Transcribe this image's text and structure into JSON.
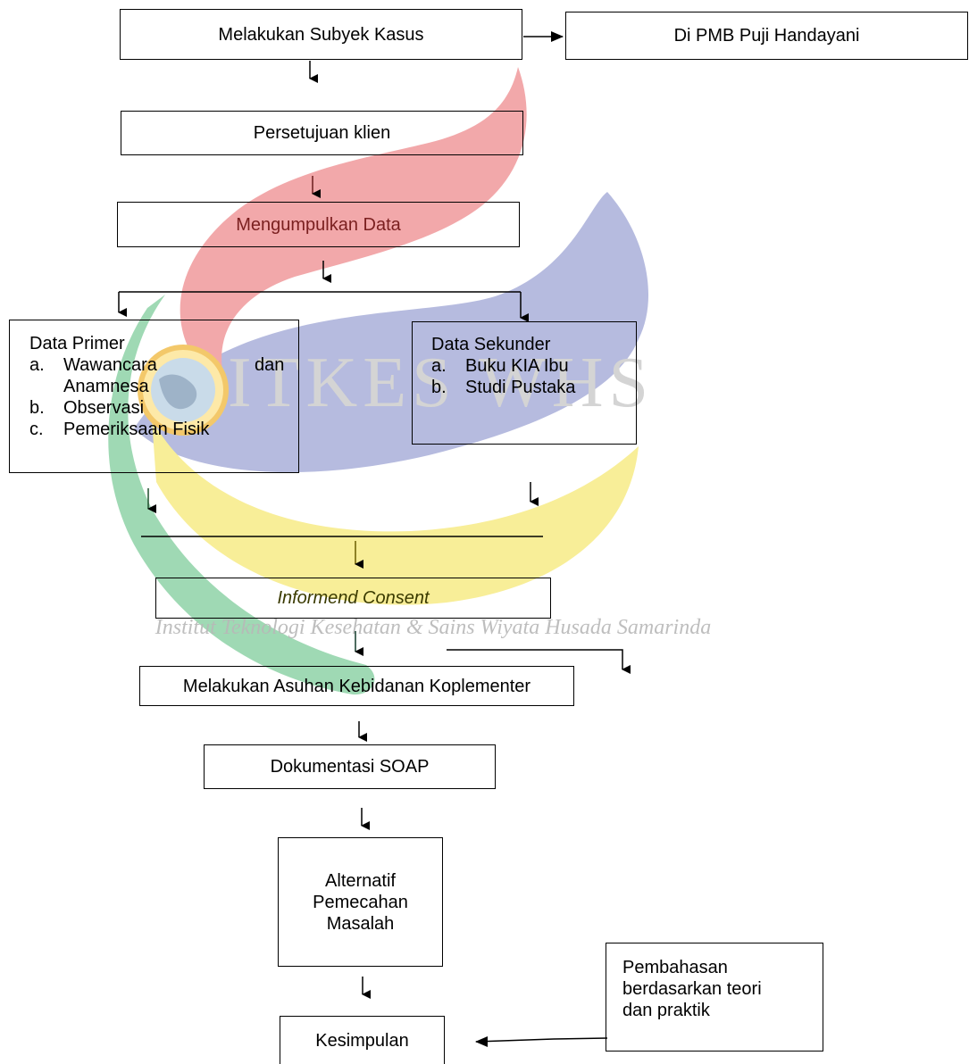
{
  "watermark": {
    "brand": "ITKES WHS",
    "institution_arc": "Institut Teknologi Kesehatan & Sains Wiyata Husada Samarinda"
  },
  "nodes": {
    "subyek_kasus": "Melakukan Subyek Kasus",
    "lokasi": "Di PMB Puji Handayani",
    "persetujuan": "Persetujuan klien",
    "mengumpulkan": "Mengumpulkan Data",
    "data_primer": {
      "title": "Data Primer",
      "items": [
        {
          "marker": "a.",
          "text": "Wawancara",
          "text_right": "dan",
          "text_cont": "Anamnesa"
        },
        {
          "marker": "b.",
          "text": "Observasi"
        },
        {
          "marker": "c.",
          "text": "Pemeriksaan Fisik"
        }
      ]
    },
    "data_sekunder": {
      "title": "Data Sekunder",
      "items": [
        {
          "marker": "a.",
          "text": "Buku KIA Ibu"
        },
        {
          "marker": "b.",
          "text": "Studi Pustaka"
        }
      ]
    },
    "informed_consent": "Informend Consent",
    "asuhan": "Melakukan Asuhan Kebidanan Koplementer",
    "dokumentasi": "Dokumentasi SOAP",
    "alternatif": [
      "Alternatif",
      "Pemecahan",
      "Masalah"
    ],
    "pembahasan": [
      "Pembahasan",
      "berdasarkan teori",
      "dan praktik"
    ],
    "kesimpulan": "Kesimpulan"
  }
}
